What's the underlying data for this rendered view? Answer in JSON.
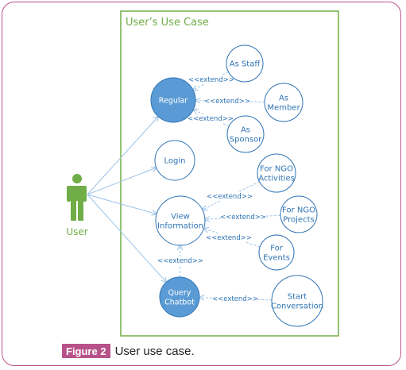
{
  "system_title": "User’s Use Case",
  "actor": {
    "label": "User",
    "icon": "person-icon"
  },
  "use_cases": [
    {
      "id": "regular",
      "label": [
        "Regular"
      ],
      "filled": true
    },
    {
      "id": "as_staff",
      "label": [
        "As Staff"
      ],
      "filled": false
    },
    {
      "id": "as_member",
      "label": [
        "As",
        "Member"
      ],
      "filled": false
    },
    {
      "id": "as_sponsor",
      "label": [
        "As",
        "Sponsor"
      ],
      "filled": false
    },
    {
      "id": "login",
      "label": [
        "Login"
      ],
      "filled": false
    },
    {
      "id": "view_information",
      "label": [
        "View",
        "Information"
      ],
      "filled": false
    },
    {
      "id": "for_ngo_activities",
      "label": [
        "For NGO",
        "Activities"
      ],
      "filled": false
    },
    {
      "id": "for_ngo_projects",
      "label": [
        "For NGO",
        "Projects"
      ],
      "filled": false
    },
    {
      "id": "for_events",
      "label": [
        "For",
        "Events"
      ],
      "filled": false
    },
    {
      "id": "query_chatbot",
      "label": [
        "Query",
        "Chatbot"
      ],
      "filled": true
    },
    {
      "id": "start_conversation",
      "label": [
        "Start",
        "Conversation"
      ],
      "filled": false
    }
  ],
  "associations": [
    {
      "from": "actor",
      "to": "regular"
    },
    {
      "from": "actor",
      "to": "login"
    },
    {
      "from": "actor",
      "to": "view_information"
    },
    {
      "from": "actor",
      "to": "query_chatbot"
    }
  ],
  "extends": [
    {
      "from": "as_staff",
      "to": "regular",
      "label": "<<extend>>"
    },
    {
      "from": "as_member",
      "to": "regular",
      "label": "<<extend>>"
    },
    {
      "from": "as_sponsor",
      "to": "regular",
      "label": "<<extend>>"
    },
    {
      "from": "for_ngo_activities",
      "to": "view_information",
      "label": "<<extend>>"
    },
    {
      "from": "for_ngo_projects",
      "to": "view_information",
      "label": "<<extend>>"
    },
    {
      "from": "for_events",
      "to": "view_information",
      "label": "<<extend>>"
    },
    {
      "from": "query_chatbot",
      "to": "view_information",
      "label": "<<extend>>"
    },
    {
      "from": "start_conversation",
      "to": "query_chatbot",
      "label": "<<extend>>"
    }
  ],
  "colors": {
    "system_border": "#70ad47",
    "node_stroke": "#2f74b5",
    "node_fill": "#5b9bd5",
    "edge": "#9dc3e6",
    "actor": "#70ad47",
    "frame": "#b8528a"
  },
  "caption": {
    "tag": "Figure 2",
    "text": "User use case."
  }
}
